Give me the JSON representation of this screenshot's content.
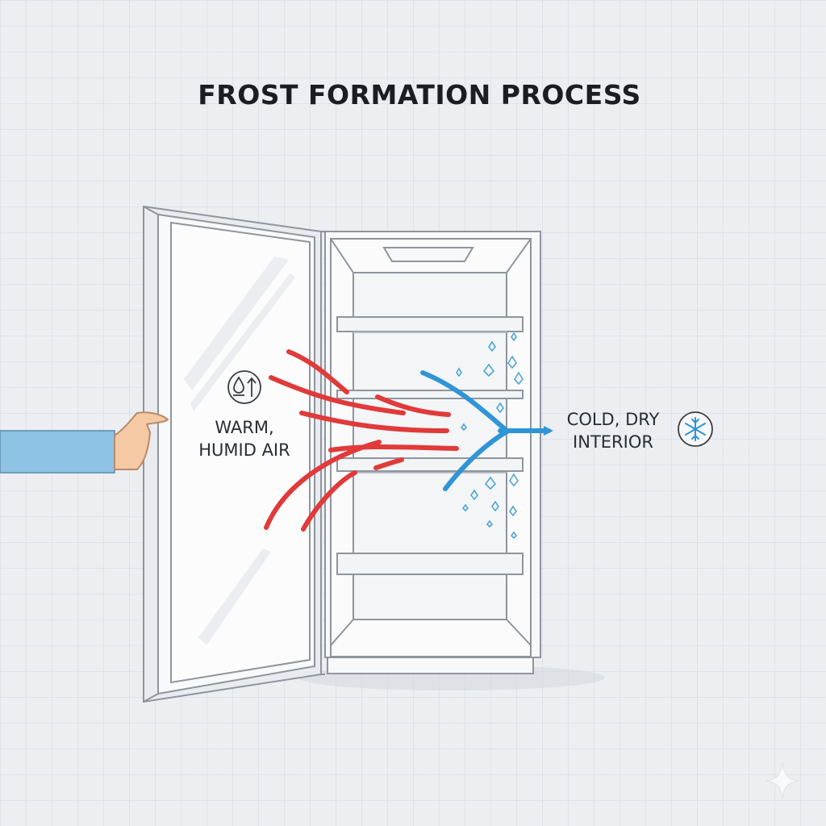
{
  "diagram": {
    "title": "FROST FORMATION PROCESS",
    "warm_label": [
      "WARM,",
      "HUMID AIR"
    ],
    "cold_label": [
      "COLD, DRY",
      "INTERIOR"
    ],
    "icons": {
      "warm": "humidity-rising-icon",
      "cold": "snowflake-icon"
    },
    "colors": {
      "warm_air": "#e03a3a",
      "cold_air": "#2f95d6",
      "outline": "#9aa0a8",
      "sleeve": "#8fc3e6",
      "hand": "#f5c9a3"
    }
  }
}
